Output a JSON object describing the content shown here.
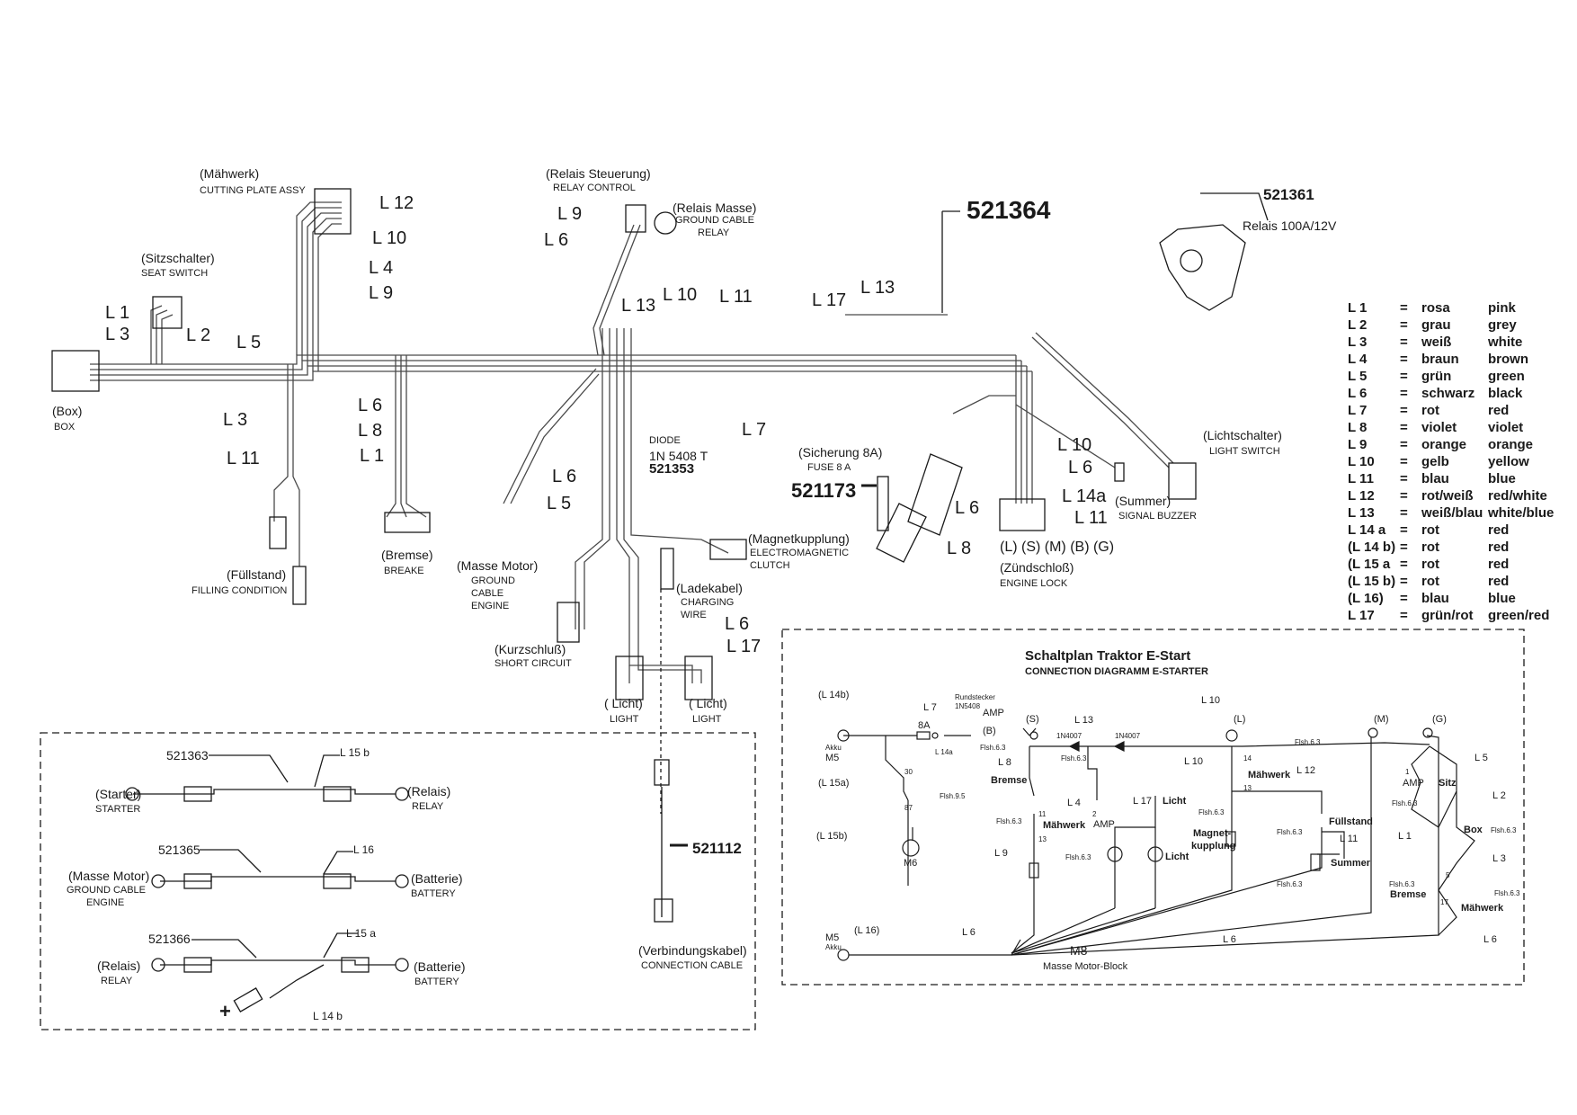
{
  "part_numbers": {
    "main_harness": "521364",
    "relay": "521361",
    "relay_spec": "Relais 100A/12V",
    "fuse": "521173",
    "diode_part": "521353",
    "connection_cable": "521112",
    "cable_starter": "521363",
    "cable_ground": "521365",
    "cable_relay_battery": "521366"
  },
  "harness_components": {
    "maehwerk": {
      "de": "(Mähwerk)",
      "en": "CUTTING PLATE ASSY"
    },
    "sitzschalter": {
      "de": "(Sitzschalter)",
      "en": "SEAT SWITCH"
    },
    "box": {
      "de": "(Box)",
      "en": "BOX"
    },
    "fuellstand": {
      "de": "(Füllstand)",
      "en": "FILLING CONDITION"
    },
    "bremse": {
      "de": "(Bremse)",
      "en": "BREAKE"
    },
    "relais_steuerung": {
      "de": "(Relais Steuerung)",
      "en": "RELAY CONTROL"
    },
    "relais_masse": {
      "de": "(Relais Masse)",
      "en1": "GROUND CABLE",
      "en2": "RELAY"
    },
    "masse_motor": {
      "de": "(Masse Motor)",
      "en1": "GROUND",
      "en2": "CABLE",
      "en3": "ENGINE"
    },
    "kurzschluss": {
      "de": "(Kurzschluß)",
      "en": "SHORT CIRCUIT"
    },
    "diode": {
      "l1": "DIODE",
      "l2": "1N 5408 T"
    },
    "magnetkupplung": {
      "de": "(Magnetkupplung)",
      "en1": "ELECTROMAGNETIC",
      "en2": "CLUTCH"
    },
    "ladekabel": {
      "de": "(Ladekabel)",
      "en1": "CHARGING",
      "en2": "WIRE"
    },
    "licht_left": {
      "de": "( Licht)",
      "en": "LIGHT"
    },
    "licht_right": {
      "de": "( Licht)",
      "en": "LIGHT"
    },
    "sicherung": {
      "de": "(Sicherung 8A)",
      "en": "FUSE 8 A"
    },
    "zuendschloss": {
      "pins": "(L) (S) (M) (B) (G)",
      "de": "(Zündschloß)",
      "en": "ENGINE LOCK"
    },
    "summer": {
      "de": "(Summer)",
      "en": "SIGNAL BUZZER"
    },
    "lichtschalter": {
      "de": "(Lichtschalter)",
      "en": "LIGHT SWITCH"
    }
  },
  "wire_labels": {
    "a": "L 12",
    "b": "L 10",
    "c": "L 4",
    "d": "L 9",
    "e": "L 1",
    "f": "L 3",
    "g": "L 2",
    "h": "L 5",
    "i": "L 3",
    "j": "L 11",
    "k": "L 6",
    "l": "L 8",
    "m": "L 1",
    "n": "L 9",
    "o": "L 6",
    "p": "L 13",
    "q": "L 10",
    "r": "L 11",
    "s": "L 17",
    "t": "L 13",
    "u": "L 7",
    "v": "L 6",
    "w": "L 5",
    "x": "L 6",
    "y": "L 17",
    "z": "L 10",
    "aa": "L 6",
    "ab": "L 14a",
    "ac": "L 11",
    "ad": "L 6",
    "ae": "L 8"
  },
  "legend": [
    {
      "code": "L 1",
      "eq": "=",
      "de": "rosa",
      "en": "pink"
    },
    {
      "code": "L 2",
      "eq": "=",
      "de": "grau",
      "en": "grey"
    },
    {
      "code": "L 3",
      "eq": "=",
      "de": "weiß",
      "en": "white"
    },
    {
      "code": "L 4",
      "eq": "=",
      "de": "braun",
      "en": "brown"
    },
    {
      "code": "L 5",
      "eq": "=",
      "de": "grün",
      "en": "green"
    },
    {
      "code": "L 6",
      "eq": "=",
      "de": "schwarz",
      "en": "black"
    },
    {
      "code": "L 7",
      "eq": "=",
      "de": "rot",
      "en": "red"
    },
    {
      "code": "L 8",
      "eq": "=",
      "de": "violet",
      "en": "violet"
    },
    {
      "code": "L 9",
      "eq": "=",
      "de": "orange",
      "en": "orange"
    },
    {
      "code": "L 10",
      "eq": "=",
      "de": "gelb",
      "en": "yellow"
    },
    {
      "code": "L 11",
      "eq": "=",
      "de": "blau",
      "en": "blue"
    },
    {
      "code": "L 12",
      "eq": "=",
      "de": "rot/weiß",
      "en": "red/white"
    },
    {
      "code": "L 13",
      "eq": "=",
      "de": "weiß/blau",
      "en": "white/blue"
    },
    {
      "code": "L 14 a",
      "eq": "=",
      "de": "rot",
      "en": "red"
    },
    {
      "code": "(L 14 b)",
      "eq": "=",
      "de": "rot",
      "en": "red"
    },
    {
      "code": "(L 15 a",
      "eq": "=",
      "de": "rot",
      "en": "red"
    },
    {
      "code": "(L 15 b)",
      "eq": "=",
      "de": "rot",
      "en": "red"
    },
    {
      "code": "(L 16)",
      "eq": "=",
      "de": "blau",
      "en": "blue"
    },
    {
      "code": "L 17",
      "eq": "=",
      "de": "grün/rot",
      "en": "green/red"
    }
  ],
  "cables_box": {
    "starter_cable": {
      "label": "L 15 b",
      "left_de": "(Starter)",
      "left_en": "STARTER",
      "right_de": "(Relais)",
      "right_en": "RELAY"
    },
    "ground_cable": {
      "label": "L 16",
      "left_de": "(Masse Motor)",
      "left_en1": "GROUND CABLE",
      "left_en2": "ENGINE",
      "right_de": "(Batterie)",
      "right_en": "BATTERY"
    },
    "relay_cable": {
      "label": "L 15 a",
      "label2": "L 14 b",
      "left_de": "(Relais)",
      "left_en": "RELAY",
      "right_de": "(Batterie)",
      "right_en": "BATTERY",
      "plus": "+"
    },
    "connection": {
      "de": "(Verbindungskabel)",
      "en": "CONNECTION CABLE"
    }
  },
  "schematic": {
    "title": "Schaltplan Traktor E-Start",
    "subtitle": "CONNECTION DIAGRAMM E-STARTER",
    "labels": {
      "l14b": "(L 14b)",
      "akku1": "Akku",
      "m5a": "M5",
      "l15a": "(L 15a)",
      "l15b": "(L 15b)",
      "m6": "M6",
      "l7": "L 7",
      "eightA": "8A",
      "rundstecker": "Rundstecker",
      "diode1": "1N5408",
      "amp1": "AMP",
      "b": "(B)",
      "l14a": "L 14a",
      "flsh63a": "Flsh.6.3",
      "s": "(S)",
      "l13": "L 13",
      "n4007a": "1N4007",
      "n4007b": "1N4007",
      "l8": "L 8",
      "flsh63b": "Flsh.6.3",
      "bremse": "Bremse",
      "thirty": "30",
      "eightyseven": "87",
      "flsh95": "Flsh.9.5",
      "l4": "L 4",
      "two": "2",
      "amp2": "AMP",
      "flsh63c": "Flsh.6.3",
      "eleven": "11",
      "maehwerk1": "Mähwerk",
      "thirteen1": "13",
      "l9": "L 9",
      "flsh63d": "Flsh.6.3",
      "l10a": "L 10",
      "l10b": "L 10",
      "l": "(L)",
      "licht1": "Licht",
      "l17": "L 17",
      "licht2": "Licht",
      "fourteen": "14",
      "maehwerk2": "Mähwerk",
      "thirteen2": "13",
      "flsh63e": "Flsh.6.3",
      "magnet": "Magnet-",
      "kupplung": "kupplung",
      "l12": "L 12",
      "m": "(M)",
      "flsh63f": "Flsh.6.3",
      "fuellstand": "Füllstand",
      "flsh63g": "Flsh.6.3",
      "l11": "L 11",
      "summer": "Summer",
      "flsh63h": "Flsh.6.3",
      "g": "(G)",
      "l5": "L 5",
      "one": "1",
      "amp3": "AMP",
      "sitz": "Sitz",
      "flsh63i": "Flsh.6.3",
      "l2": "L 2",
      "l1": "L 1",
      "box": "Box",
      "flsh63j": "Flsh.6.3",
      "l3": "L 3",
      "flsh63k": "Flsh.6.3",
      "bremse2": "Bremse",
      "five": "5",
      "seventeen": "17",
      "flsh63l": "Flsh.6.3",
      "maehwerk3": "Mähwerk",
      "l6a": "L 6",
      "m5b": "M5",
      "akku2": "Akku",
      "l16": "(L 16)",
      "l6b": "L 6",
      "m8": "M8",
      "masseblock": "Masse Motor-Block",
      "l6c": "L 6"
    }
  },
  "colors": {
    "ink": "#1a1a1a",
    "wire": "#4a4a4a",
    "paper": "#ffffff"
  }
}
